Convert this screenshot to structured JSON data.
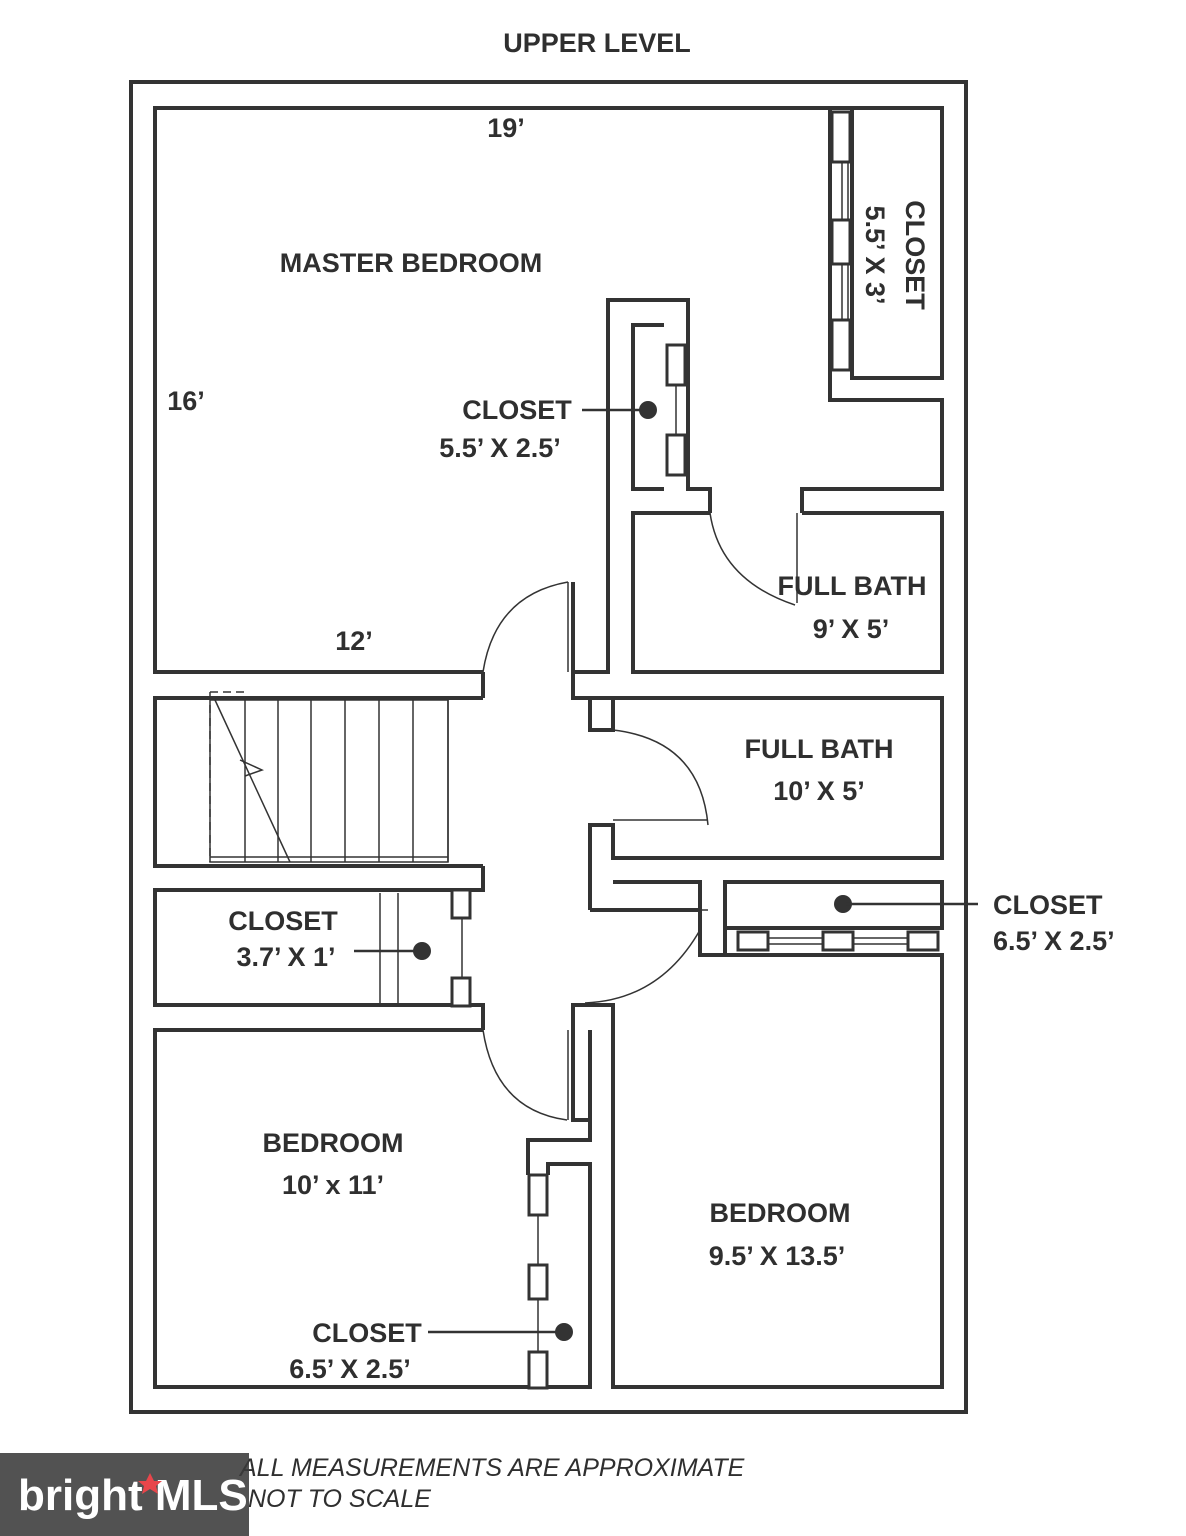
{
  "title": "UPPER LEVEL",
  "rooms": {
    "master_bedroom": {
      "name": "MASTER BEDROOM",
      "dim_top": "19’",
      "dim_side": "16’",
      "dim_bottom": "12’"
    },
    "master_closet_right": {
      "name": "CLOSET",
      "size": "5.5’ X 3’"
    },
    "master_closet_center": {
      "name": "CLOSET",
      "size": "5.5’ X 2.5’"
    },
    "full_bath_1": {
      "name": "FULL BATH",
      "size": "9’ X 5’"
    },
    "full_bath_2": {
      "name": "FULL BATH",
      "size": "10’ X 5’"
    },
    "hall_closet_left": {
      "name": "CLOSET",
      "size": "3.7’ X 1’"
    },
    "hall_closet_right": {
      "name": "CLOSET",
      "size": "6.5’ X 2.5’"
    },
    "bedroom_2": {
      "name": "BEDROOM",
      "size": "10’ x 11’"
    },
    "bedroom_2_closet": {
      "name": "CLOSET",
      "size": "6.5’ X 2.5’"
    },
    "bedroom_3": {
      "name": "BEDROOM",
      "size": "9.5’ X 13.5’"
    }
  },
  "notes": {
    "line1": "ALL MEASUREMENTS ARE APPROXIMATE",
    "line2": "NOT TO SCALE"
  },
  "watermark": {
    "text": "bright MLS",
    "accent": "#e8464b",
    "bg": "#3a3a3a"
  }
}
